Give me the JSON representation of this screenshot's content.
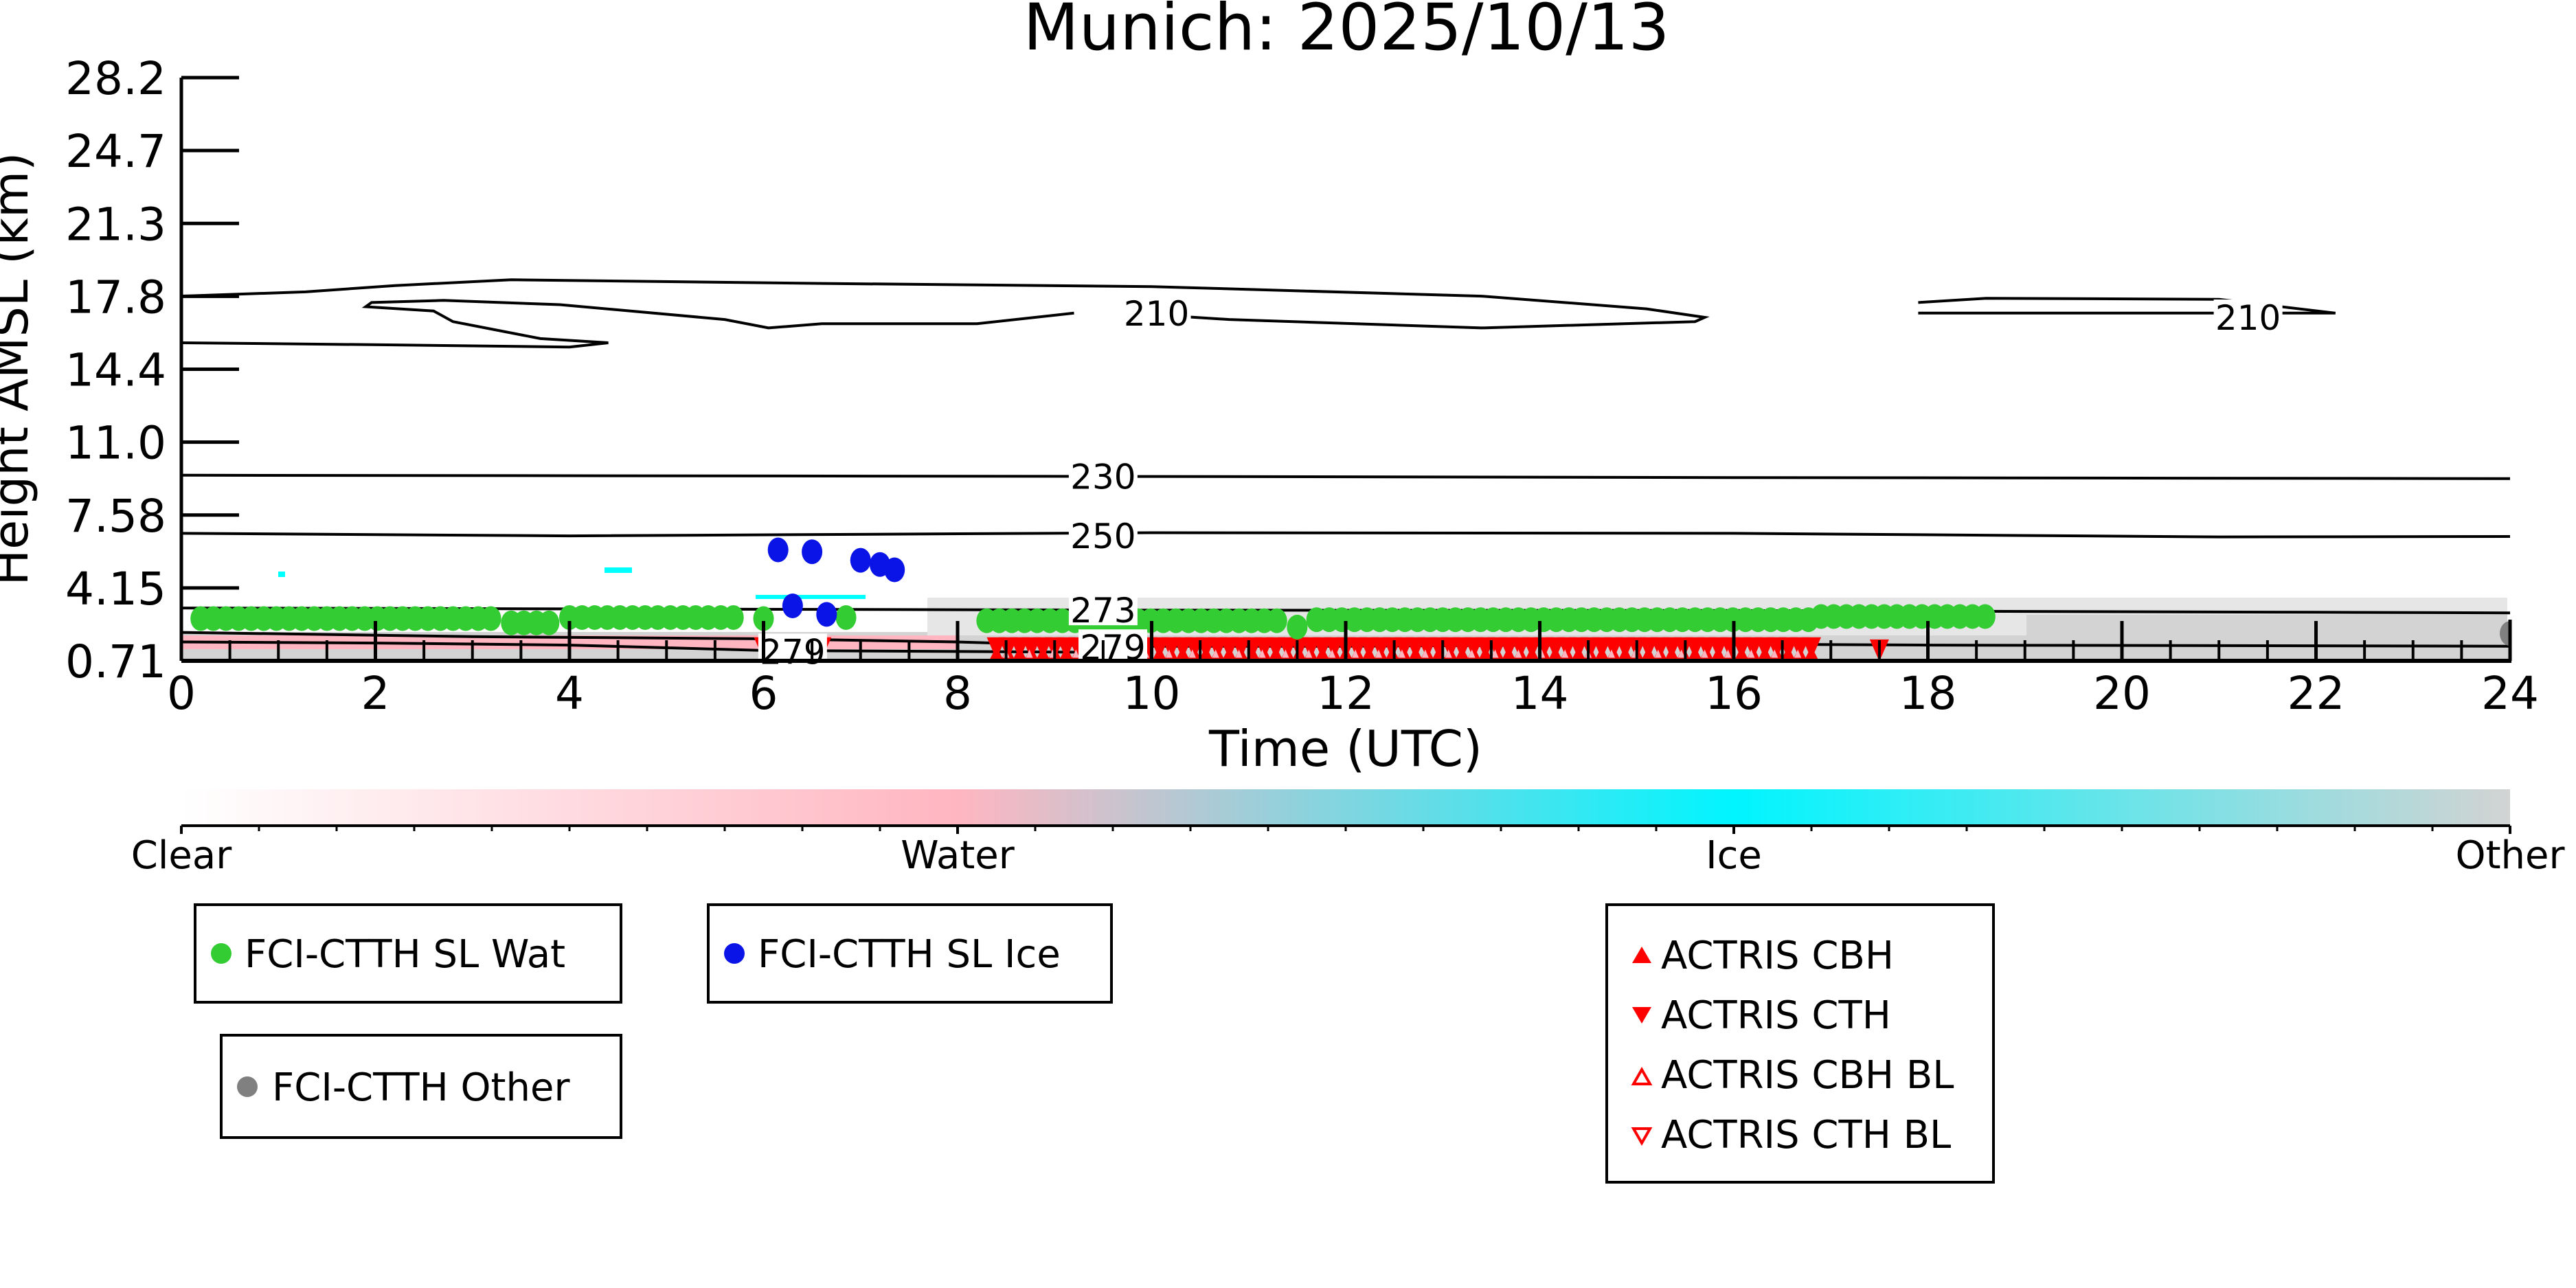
{
  "chart_data": {
    "type": "scatter",
    "title": "Munich: 2025/10/13",
    "xlabel": "Time (UTC)",
    "ylabel": "Height AMSL (km)",
    "xlim": [
      0,
      24
    ],
    "ylim": [
      0.71,
      28.2
    ],
    "x_ticks": [
      "0",
      "2",
      "4",
      "6",
      "8",
      "10",
      "12",
      "14",
      "16",
      "18",
      "20",
      "22",
      "24"
    ],
    "y_ticks": [
      "0.71",
      "4.15",
      "7.58",
      "11.0",
      "14.4",
      "17.8",
      "21.3",
      "24.7",
      "28.2"
    ],
    "colorbar": {
      "labels": [
        "Clear",
        "Water",
        "Ice",
        "Other"
      ],
      "colors": [
        "#ffffff",
        "#ffb6c1",
        "#00ffff",
        "#d3d3d3"
      ]
    },
    "contours": [
      {
        "label": "210",
        "points": [
          [
            0,
            17.9
          ],
          [
            1.28,
            18.1
          ],
          [
            2.2,
            18.4
          ],
          [
            3.4,
            18.67
          ],
          [
            6.6,
            18.5
          ],
          [
            10,
            18.35
          ],
          [
            13.4,
            17.9
          ],
          [
            15.1,
            17.3
          ],
          [
            15.7,
            16.9
          ],
          [
            15.6,
            16.7
          ],
          [
            13.4,
            16.4
          ],
          [
            12.1,
            16.6
          ],
          [
            10.8,
            16.8
          ],
          [
            10.1,
            17.0
          ]
        ]
      },
      {
        "label": "",
        "points": [
          [
            9.2,
            17.1
          ],
          [
            8.2,
            16.6
          ],
          [
            6.6,
            16.6
          ],
          [
            6.05,
            16.4
          ],
          [
            5.6,
            16.8
          ],
          [
            3.9,
            17.5
          ],
          [
            2.7,
            17.7
          ],
          [
            1.96,
            17.6
          ],
          [
            1.9,
            17.4
          ],
          [
            2.6,
            17.2
          ],
          [
            2.8,
            16.7
          ],
          [
            3.7,
            15.9
          ],
          [
            4.4,
            15.7
          ],
          [
            4.0,
            15.5
          ],
          [
            2.2,
            15.6
          ],
          [
            0,
            15.7
          ]
        ]
      },
      {
        "label": "210",
        "points": [
          [
            17.9,
            17.6
          ],
          [
            18.6,
            17.8
          ],
          [
            21.0,
            17.75
          ],
          [
            22.2,
            17.1
          ],
          [
            21.0,
            17.1
          ],
          [
            19.9,
            17.1
          ],
          [
            17.9,
            17.1
          ]
        ]
      },
      {
        "label": "230",
        "points": [
          [
            0,
            9.46
          ],
          [
            10,
            9.4
          ],
          [
            16,
            9.35
          ],
          [
            24,
            9.3
          ]
        ]
      },
      {
        "label": "250",
        "points": [
          [
            0,
            6.72
          ],
          [
            4,
            6.6
          ],
          [
            10,
            6.75
          ],
          [
            16,
            6.72
          ],
          [
            21,
            6.55
          ],
          [
            24,
            6.57
          ]
        ]
      },
      {
        "label": "273",
        "points": [
          [
            0,
            3.2
          ],
          [
            10,
            3.1
          ],
          [
            16,
            3.08
          ],
          [
            22,
            3.0
          ],
          [
            24,
            2.97
          ]
        ]
      },
      {
        "label": "279",
        "points": [
          [
            0,
            2.05
          ],
          [
            3,
            1.85
          ],
          [
            6,
            1.75
          ],
          [
            8,
            1.6
          ],
          [
            9.5,
            1.4
          ],
          [
            12,
            1.4
          ],
          [
            16,
            1.5
          ],
          [
            18,
            1.45
          ],
          [
            24,
            1.4
          ]
        ]
      },
      {
        "label": "279",
        "points": [
          [
            0,
            1.6
          ],
          [
            2,
            1.55
          ],
          [
            4,
            1.45
          ],
          [
            6,
            1.2
          ],
          [
            8,
            1.15
          ],
          [
            10,
            1.1
          ]
        ]
      }
    ],
    "series": [
      {
        "name": "FCI-CTTH SL Wat",
        "color": "#33cc33",
        "marker": "circle",
        "segments": [
          {
            "x": [
              0.2,
              3.3
            ],
            "step": 0.13,
            "y": 2.7
          },
          {
            "x": [
              3.4,
              3.8
            ],
            "step": 0.13,
            "y": 2.5
          },
          {
            "x": [
              4.0,
              5.8
            ],
            "step": 0.13,
            "y": 2.75
          },
          {
            "x": [
              6.0,
              6.0
            ],
            "step": 0.13,
            "y": 2.7
          },
          {
            "x": [
              6.85,
              6.85
            ],
            "step": 0.13,
            "y": 2.75
          },
          {
            "x": [
              8.3,
              11.3
            ],
            "step": 0.13,
            "y": 2.6
          },
          {
            "x": [
              11.5,
              11.5
            ],
            "step": 0.13,
            "y": 2.3
          },
          {
            "x": [
              11.7,
              16.8
            ],
            "step": 0.13,
            "y": 2.65
          },
          {
            "x": [
              16.9,
              18.7
            ],
            "step": 0.13,
            "y": 2.8
          }
        ]
      },
      {
        "name": "FCI-CTTH SL Ice",
        "color": "#0a14e6",
        "marker": "circle",
        "points": [
          [
            6.15,
            5.94
          ],
          [
            6.5,
            5.85
          ],
          [
            7.0,
            5.45
          ],
          [
            7.2,
            5.25
          ],
          [
            7.35,
            5.0
          ],
          [
            6.3,
            3.3
          ],
          [
            6.65,
            2.9
          ]
        ]
      },
      {
        "name": "FCI-CTTH Other",
        "color": "#808080",
        "marker": "circle",
        "points": [
          [
            24,
            2.0
          ]
        ]
      },
      {
        "name": "ACTRIS CBH",
        "color": "#ff0000",
        "marker": "triangle-up",
        "segments": [
          {
            "x": [
              8.4,
              16.8
            ],
            "step": 0.12,
            "y": 0.95
          }
        ]
      },
      {
        "name": "ACTRIS CTH",
        "color": "#ff0000",
        "marker": "triangle-down",
        "segments": [
          {
            "x": [
              6.0,
              6.6
            ],
            "step": 0.12,
            "y": 1.3
          },
          {
            "x": [
              8.4,
              16.8
            ],
            "step": 0.12,
            "y": 1.3
          },
          {
            "x": [
              17.5,
              17.5
            ],
            "step": 0.12,
            "y": 1.2
          }
        ]
      },
      {
        "name": "ACTRIS CBH BL",
        "color": "#ff0000",
        "marker": "triangle-up-open",
        "segments": [
          {
            "x": [
              8.5,
              16.7
            ],
            "step": 0.24,
            "y": 1.05
          }
        ]
      },
      {
        "name": "ACTRIS CTH BL",
        "color": "#ff0000",
        "marker": "triangle-down-open",
        "segments": []
      }
    ],
    "legend": {
      "wat": "FCI-CTTH SL Wat",
      "ice": "FCI-CTTH SL Ice",
      "other": "FCI-CTTH Other",
      "actris": [
        "ACTRIS CBH",
        "ACTRIS CTH",
        "ACTRIS CBH BL",
        "ACTRIS CTH BL"
      ]
    }
  }
}
